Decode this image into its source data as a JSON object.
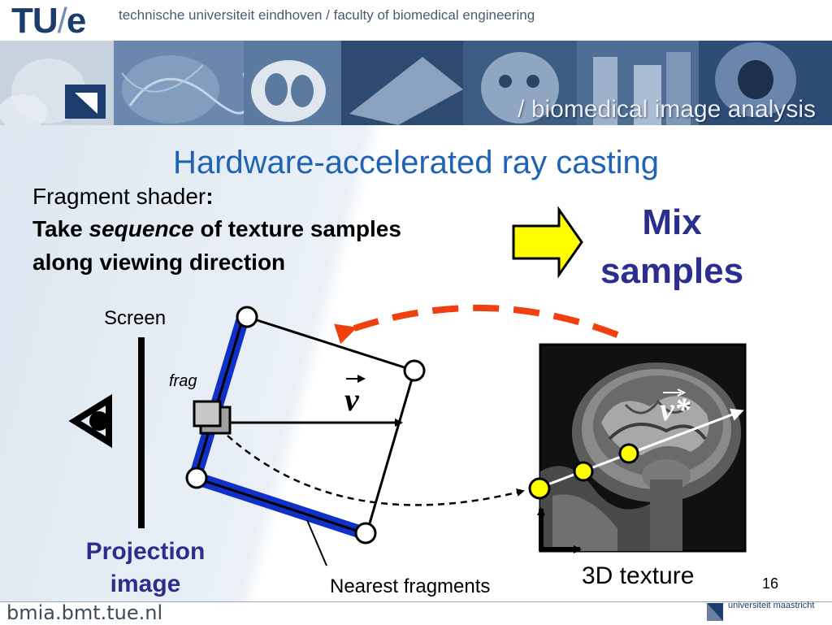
{
  "header": {
    "logo_tu": "TU",
    "logo_slash": "/",
    "logo_e": "e",
    "institution": "technische universiteit eindhoven / faculty of biomedical engineering"
  },
  "banner": {
    "title": "/ biomedical image analysis"
  },
  "slide": {
    "title": "Hardware-accelerated ray casting",
    "fragment_line1_a": "Fragment shader",
    "fragment_line1_b": ":",
    "fragment_line2_a": "Take ",
    "fragment_line2_b": "sequence",
    "fragment_line2_c": " of texture samples",
    "fragment_line3": "along viewing direction",
    "mix_line1": "Mix",
    "mix_line2": "samples"
  },
  "diagram": {
    "screen_label": "Screen",
    "frag_label": "frag",
    "v_label": "v",
    "vstar_label": "v*",
    "nearest_label": "Nearest fragments",
    "texture_label": "3D texture",
    "projection_line1": "Projection",
    "projection_line2": "image",
    "colors": {
      "blue": "#1030c8",
      "red_dash": "#f04010",
      "yellow": "#ffff00",
      "arrow_fill": "#ffff00",
      "mix_text": "#2b2e8c"
    }
  },
  "footer": {
    "url": "bmia.bmt.tue.nl",
    "university": "universiteit maastricht",
    "page_number": "16"
  }
}
